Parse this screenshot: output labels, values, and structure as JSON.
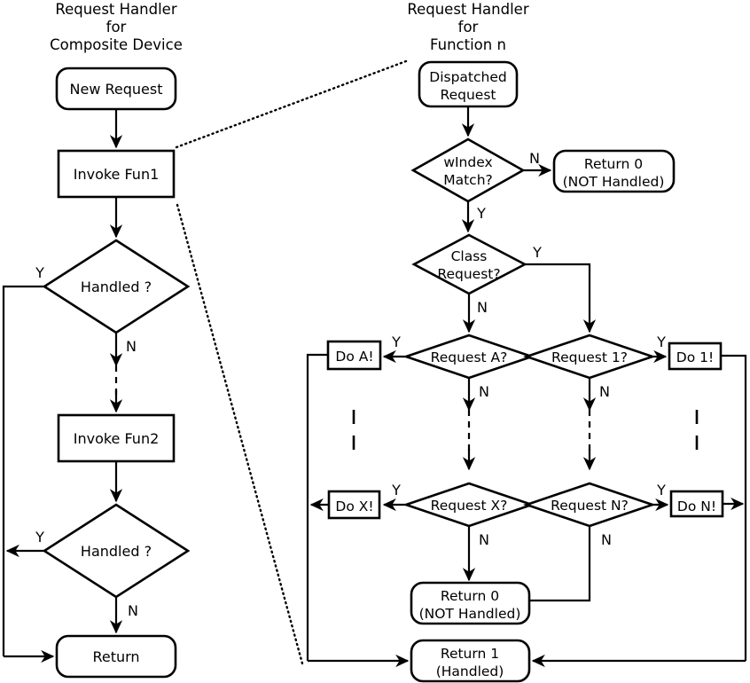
{
  "diagram": {
    "title_left": [
      "Request Handler",
      "for",
      "Composite Device"
    ],
    "title_right": [
      "Request Handler",
      "for",
      "Function n"
    ],
    "left_column": {
      "new_request": "New Request",
      "invoke_fun1": "Invoke Fun1",
      "handled_1": "Handled ?",
      "invoke_fun2": "Invoke Fun2",
      "handled_2": "Handled ?",
      "return": "Return",
      "labels": {
        "handled1_yes": "Y",
        "handled1_no": "N",
        "handled2_yes": "Y",
        "handled2_no": "N"
      }
    },
    "right_column": {
      "dispatched_request": [
        "Dispatched",
        "Request"
      ],
      "windex_match": [
        "wIndex",
        "Match?"
      ],
      "return0_top": [
        "Return 0",
        "(NOT Handled)"
      ],
      "class_request": [
        "Class",
        "Request?"
      ],
      "request_a": "Request A?",
      "request_1": "Request 1?",
      "request_x": "Request X?",
      "request_n": "Request N?",
      "do_a": "Do A!",
      "do_1": "Do 1!",
      "do_x": "Do X!",
      "do_n": "Do N!",
      "return0_bottom": [
        "Return 0",
        "(NOT Handled)"
      ],
      "return1_bottom": [
        "Return 1",
        "(Handled)"
      ],
      "labels": {
        "windex_no": "N",
        "windex_yes": "Y",
        "class_yes": "Y",
        "class_no": "N",
        "request_a_yes": "Y",
        "request_a_no": "N",
        "request_1_yes": "Y",
        "request_1_no": "N",
        "request_x_yes": "Y",
        "request_x_no": "N",
        "request_n_yes": "Y",
        "request_n_no": "N"
      }
    },
    "colors": {
      "stroke": "#000000",
      "fill": "#ffffff",
      "background": "#ffffff"
    }
  }
}
